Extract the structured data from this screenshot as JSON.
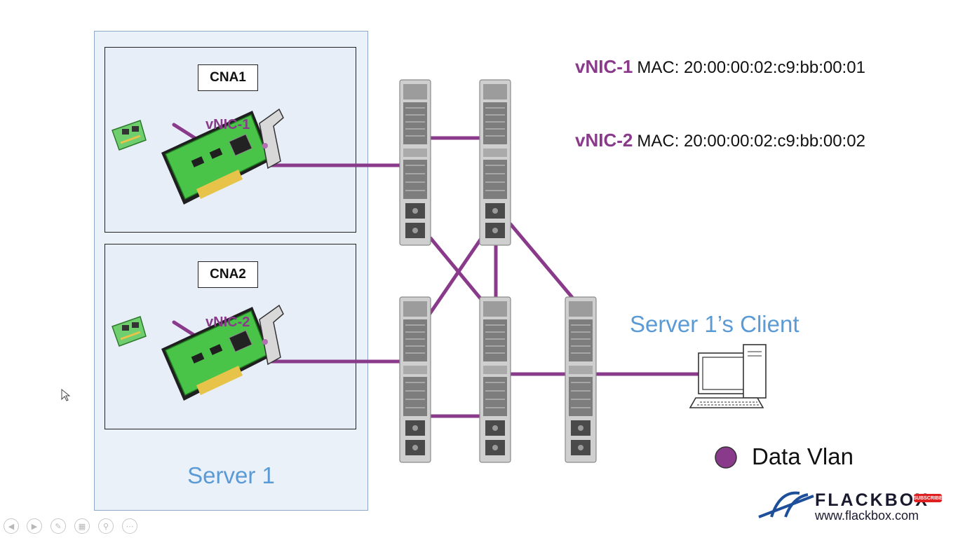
{
  "server": {
    "title": "Server 1",
    "cna1": {
      "label": "CNA1",
      "vnic": "vNIC-1"
    },
    "cna2": {
      "label": "CNA2",
      "vnic": "vNIC-2"
    }
  },
  "mac_table": [
    {
      "vnic": "vNIC-1",
      "mac": "MAC: 20:00:00:02:c9:bb:00:01"
    },
    {
      "vnic": "vNIC-2",
      "mac": "MAC: 20:00:00:02:c9:bb:00:02"
    }
  ],
  "client": {
    "title": "Server 1’s Client"
  },
  "legend": {
    "label": "Data Vlan",
    "color": "#8a3a8a"
  },
  "brand": {
    "name": "FLACKBOX",
    "url": "www.flackbox.com",
    "badge": "SUBSCRIBE"
  },
  "colors": {
    "link": "#8a3a8a",
    "accent_text": "#5b9bd5",
    "server_bg": "#ebf1f9"
  },
  "player_controls": [
    "previous-icon",
    "next-icon",
    "pen-icon",
    "slides-icon",
    "zoom-icon",
    "more-icon"
  ]
}
